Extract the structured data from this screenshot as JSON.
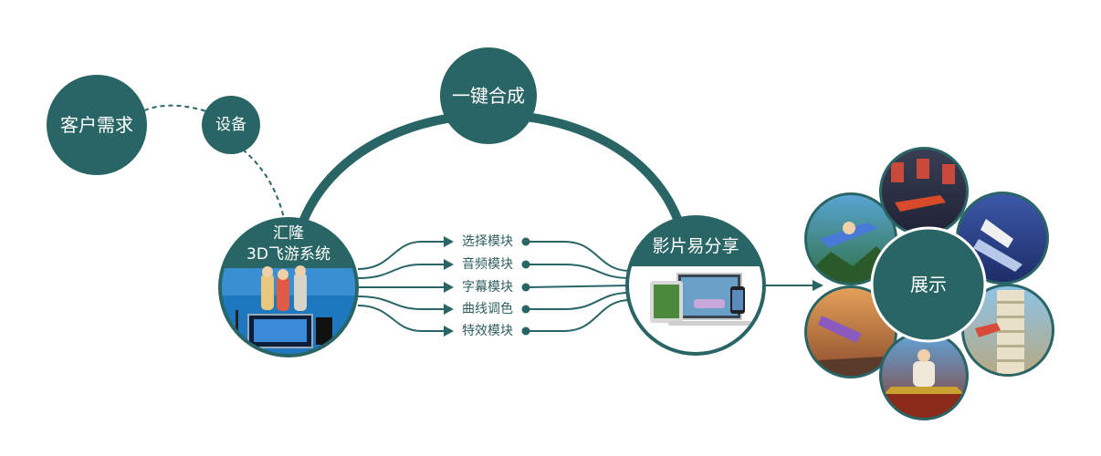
{
  "nodes": {
    "customer_demand": "客户需求",
    "equipment": "设备",
    "one_click": "一键合成",
    "system_line1": "汇隆",
    "system_line2": "3D飞游系统",
    "share": "影片易分享",
    "display": "展示"
  },
  "modules": [
    "选择模块",
    "音频模块",
    "字幕模块",
    "曲线调色",
    "特效模块"
  ],
  "colors": {
    "primary": "#2a6566",
    "module_text": "#2f5f60"
  }
}
